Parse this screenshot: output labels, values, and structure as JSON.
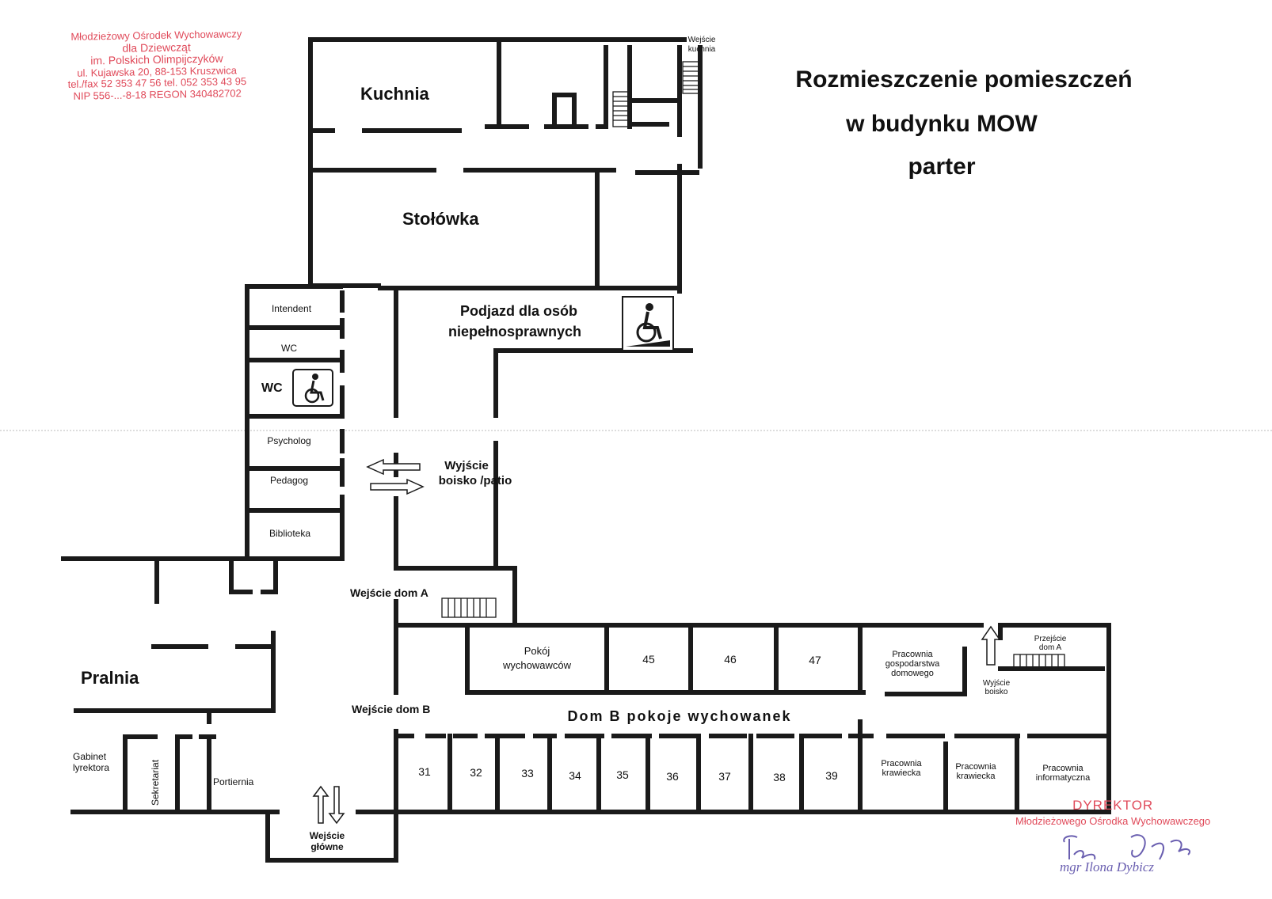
{
  "title": {
    "line1": "Rozmieszczenie pomieszczeń",
    "line2": "w budynku MOW",
    "line3": "parter"
  },
  "stamp": {
    "lines": [
      "Młodzieżowy Ośrodek Wychowawczy",
      "dla Dziewcząt",
      "im. Polskich Olimpijczyków",
      "ul. Kujawska 20, 88-153 Kruszwica",
      "tel./fax 52 353 47 56 tel. 052 353 43 95",
      "NIP 556-...-8-18 REGON 340482702"
    ]
  },
  "rooms": {
    "kuchnia": "Kuchnia",
    "wejscie_kuchnia_1": "Wejście",
    "wejscie_kuchnia_2": "kuchnia",
    "stolowka": "Stołówka",
    "podjazd_1": "Podjazd dla osób",
    "podjazd_2": "niepełnosprawnych",
    "intendent": "Intendent",
    "wc1": "WC",
    "wc2": "WC",
    "psycholog": "Psycholog",
    "pedagog": "Pedagog",
    "biblioteka": "Biblioteka",
    "wyjscie_boisko_1": "Wyjście",
    "wyjscie_boisko_2": "boisko /patio",
    "pralnia": "Pralnia",
    "wejscie_dom_a": "Wejście dom A",
    "wejscie_dom_b": "Wejście dom B",
    "pokoj_1": "Pokój",
    "pokoj_2": "wychowawców",
    "r45": "45",
    "r46": "46",
    "r47": "47",
    "prac_gosp_1": "Pracownia",
    "prac_gosp_2": "gospodarstwa",
    "prac_gosp_3": "domowego",
    "wyjscie_b_1": "Wyjście",
    "wyjscie_b_2": "boisko",
    "przejscie_1": "Przejście",
    "przejscie_2": "dom A",
    "corridor_b": "Dom B pokoje wychowanek",
    "r31": "31",
    "r32": "32",
    "r33": "33",
    "r34": "34",
    "r35": "35",
    "r36": "36",
    "r37": "37",
    "r38": "38",
    "r39": "39",
    "kraw1_1": "Pracownia",
    "kraw1_2": "krawiecka",
    "kraw2_1": "Pracownia",
    "kraw2_2": "krawiecka",
    "inf_1": "Pracownia",
    "inf_2": "informatyczna",
    "gabinet_1": "Gabinet",
    "gabinet_2": "lyrektora",
    "sekretariat": "Sekretariat",
    "portiernia": "Portiernia",
    "wejscie_glowne_1": "Wejście",
    "wejscie_glowne_2": "główne"
  },
  "signature": {
    "title": "DYREKTOR",
    "institution": "Młodzieżowego Ośrodka Wychowawczego",
    "name": "mgr Ilona Dybicz"
  },
  "colors": {
    "walls": "#1a1a1a",
    "stamp": "#e04a5a",
    "signature": "#6a5fb0"
  },
  "icons": [
    "wheelchair-icon",
    "stairs-icon",
    "double-arrow-icon"
  ]
}
